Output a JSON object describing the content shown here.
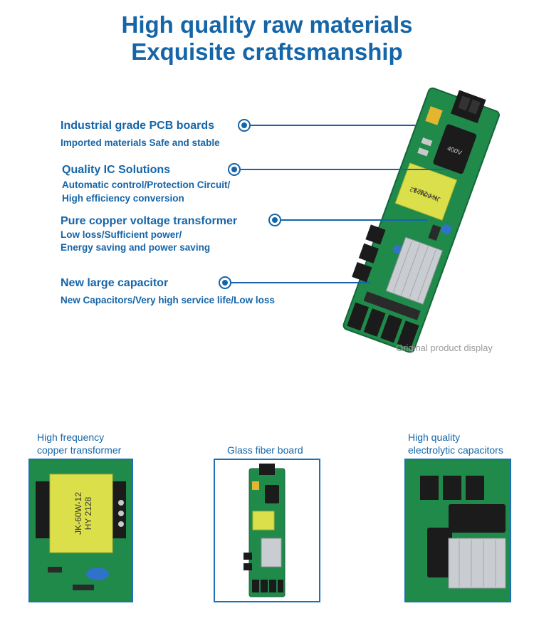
{
  "header": {
    "title_line1": "High quality raw materials",
    "title_line2": "Exquisite craftsmanship"
  },
  "features": [
    {
      "title": "Industrial grade PCB boards",
      "desc": [
        "Imported materials Safe and stable"
      ]
    },
    {
      "title": "Quality IC Solutions",
      "desc": [
        "Automatic control/Protection Circuit/",
        "High efficiency conversion"
      ]
    },
    {
      "title": "Pure copper voltage transformer",
      "desc": [
        "Low loss/Sufficient power/",
        "Energy saving and power saving"
      ]
    },
    {
      "title": "New large capacitor",
      "desc": [
        "New Capacitors/Very high service life/Low loss"
      ]
    }
  ],
  "product_caption": "Original product display",
  "board_labels": {
    "transformer_1": "JK-60W-12",
    "transformer_2": "HY 2128",
    "capacitor": "400V"
  },
  "thumbnails": [
    {
      "label": [
        "High frequency",
        "copper transformer"
      ]
    },
    {
      "label": [
        "Glass fiber board"
      ]
    },
    {
      "label": [
        "High quality",
        "electrolytic capacitors"
      ]
    }
  ],
  "colors": {
    "accent": "#1565a8",
    "pcb_green": "#1f8a4a",
    "frame": "#1e6fb8"
  }
}
